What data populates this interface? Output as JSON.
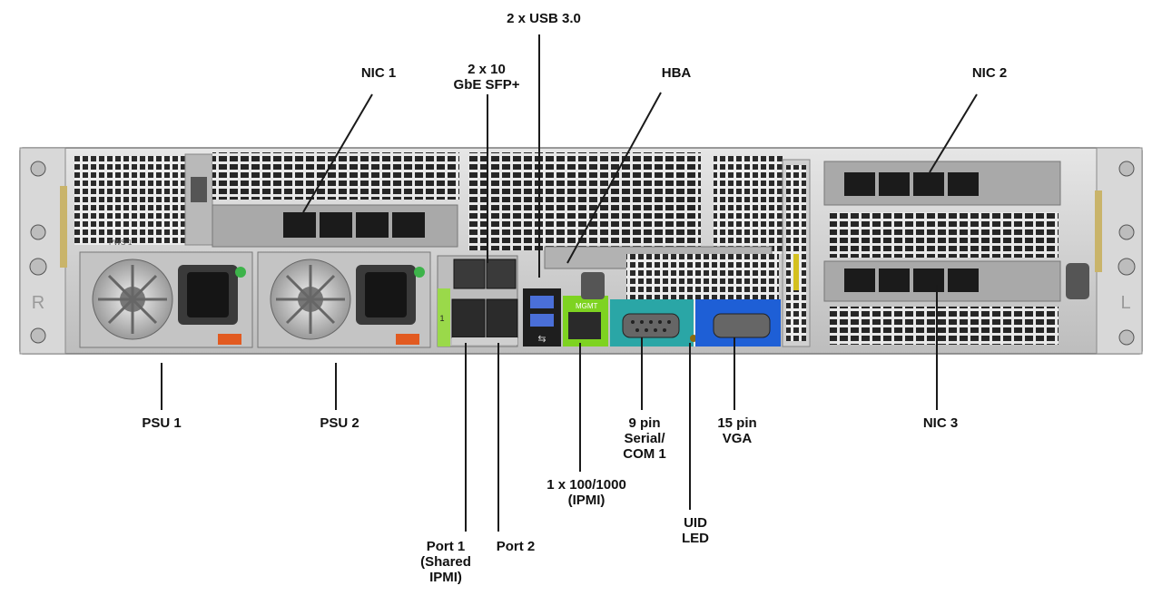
{
  "labels": {
    "usb": [
      "2 x USB 3.0"
    ],
    "nic1": [
      "NIC 1"
    ],
    "sfp": [
      "2 x 10",
      "GbE SFP+"
    ],
    "hba": [
      "HBA"
    ],
    "nic2": [
      "NIC 2"
    ],
    "psu1": [
      "PSU 1"
    ],
    "psu2": [
      "PSU 2"
    ],
    "serial": [
      "9 pin",
      "Serial/",
      "COM 1"
    ],
    "vga": [
      "15 pin",
      "VGA"
    ],
    "nic3": [
      "NIC 3"
    ],
    "ipmi": [
      "1 x 100/1000",
      "(IPMI)"
    ],
    "uid": [
      "UID",
      "LED"
    ],
    "port1": [
      "Port 1",
      "(Shared",
      "IPMI)"
    ],
    "port2": [
      "Port 2"
    ]
  },
  "chassis": {
    "left_marker": "R",
    "right_marker": "L",
    "psu_tag": "PWS-1",
    "slot_number": "1",
    "mgmt_tag": "MGMT"
  },
  "colors": {
    "chassis": "#cfcfcf",
    "grille": "#2a2a2a",
    "serial_panel": "#2aa6a6",
    "vga_panel": "#1e5fd6",
    "mgmt_green": "#7ed321",
    "port_green": "#9ad94a"
  }
}
